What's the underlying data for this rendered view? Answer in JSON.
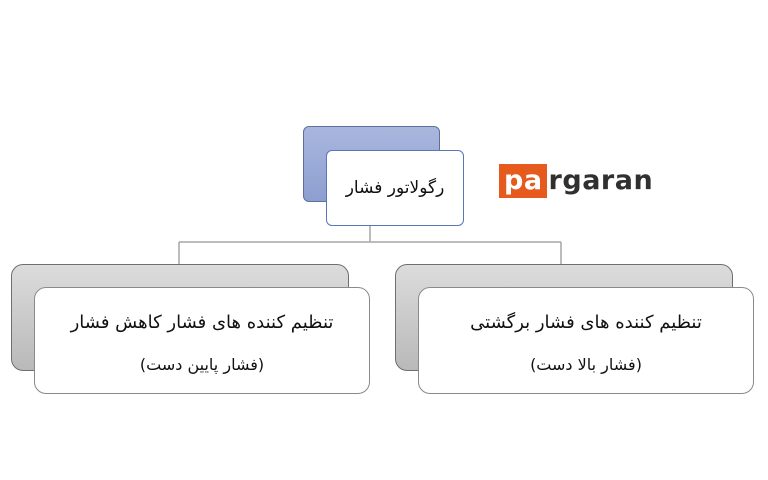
{
  "diagram": {
    "root": {
      "label": "رگولاتور فشار"
    },
    "children": [
      {
        "title": "تنظیم کننده های فشار برگشتی",
        "subtitle": "(فشار بالا دست)"
      },
      {
        "title": "تنظیم کننده های فشار کاهش فشار",
        "subtitle": "(فشار پایین دست)"
      }
    ]
  },
  "logo": {
    "highlight": "pa",
    "rest": "rgaran",
    "highlight_color": "#e65a1e"
  },
  "colors": {
    "root_back": "#9aaad8",
    "root_border": "#5a76b8",
    "child_back": "#c8c8c8",
    "connector": "#a6a6a6"
  }
}
